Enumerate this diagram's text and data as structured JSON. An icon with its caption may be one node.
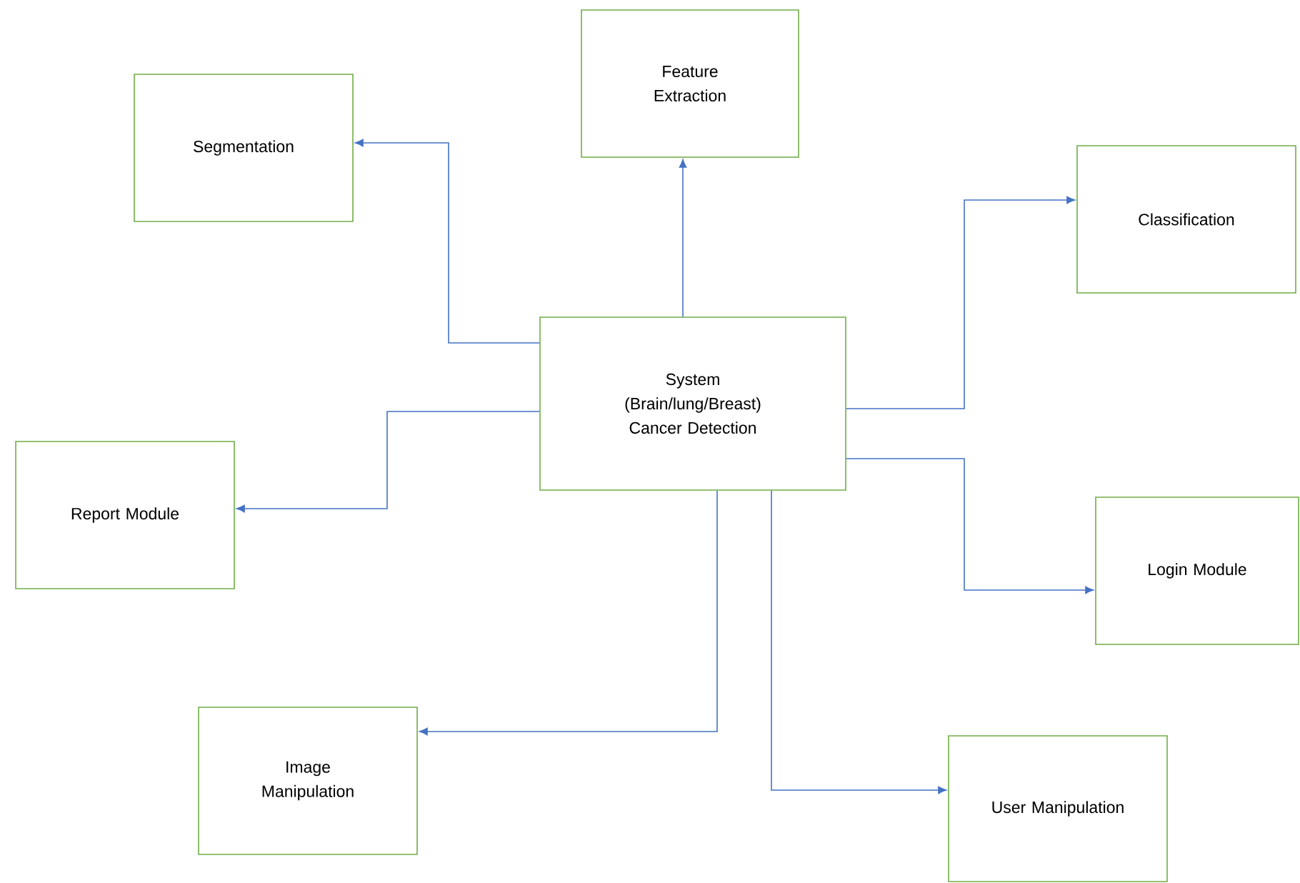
{
  "diagram": {
    "nodes": [
      {
        "text": [
          "System (Brain/lung/Breast) Cancer Detection"
        ]
      },
      {
        "text": [
          "Segmentation"
        ]
      },
      {
        "text": [
          "Feature Extraction"
        ]
      },
      {
        "text": [
          "Classification"
        ]
      },
      {
        "text": [
          "Report Module"
        ]
      },
      {
        "text": [
          "Login Module"
        ]
      },
      {
        "text": [
          "Image Manipulation"
        ]
      },
      {
        "text": [
          "User Manipulation"
        ]
      }
    ],
    "edges": [
      {
        "from": 0,
        "to": 1,
        "arrow": "to"
      },
      {
        "from": 0,
        "to": 2,
        "arrow": "to"
      },
      {
        "from": 0,
        "to": 3,
        "arrow": "to"
      },
      {
        "from": 0,
        "to": 4,
        "arrow": "to"
      },
      {
        "from": 0,
        "to": 5,
        "arrow": "to"
      },
      {
        "from": 0,
        "to": 6,
        "arrow": "to"
      },
      {
        "from": 0,
        "to": 7,
        "arrow": "to"
      }
    ]
  }
}
